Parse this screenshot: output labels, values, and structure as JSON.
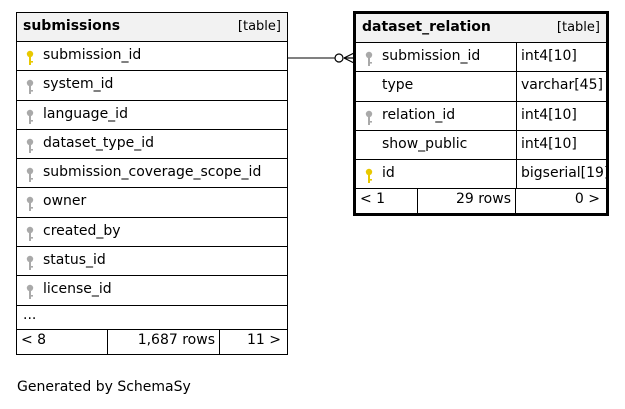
{
  "tables": [
    {
      "name": "submissions",
      "kind": "[table]",
      "columns": [
        {
          "name": "submission_id",
          "key": "primary"
        },
        {
          "name": "system_id",
          "key": "foreign"
        },
        {
          "name": "language_id",
          "key": "foreign"
        },
        {
          "name": "dataset_type_id",
          "key": "foreign"
        },
        {
          "name": "submission_coverage_scope_id",
          "key": "foreign"
        },
        {
          "name": "owner",
          "key": "foreign"
        },
        {
          "name": "created_by",
          "key": "foreign"
        },
        {
          "name": "status_id",
          "key": "foreign"
        },
        {
          "name": "license_id",
          "key": "foreign"
        }
      ],
      "more": "...",
      "footer": {
        "parents": "< 8",
        "rows": "1,687 rows",
        "children": "11 >"
      }
    },
    {
      "name": "dataset_relation",
      "kind": "[table]",
      "columns": [
        {
          "name": "submission_id",
          "type": "int4[10]",
          "key": "foreign"
        },
        {
          "name": "type",
          "type": "varchar[45]",
          "key": "none"
        },
        {
          "name": "relation_id",
          "type": "int4[10]",
          "key": "foreign"
        },
        {
          "name": "show_public",
          "type": "int4[10]",
          "key": "none"
        },
        {
          "name": "id",
          "type": "bigserial[19]",
          "key": "primary"
        }
      ],
      "footer": {
        "parents": "< 1",
        "rows": "29 rows",
        "children": "0 >"
      }
    }
  ],
  "colors": {
    "primary_key": "#e8c800",
    "foreign_key": "#a9a9a9",
    "header_bg": "#f2f2f2"
  },
  "generated_by": "Generated by SchemaSy"
}
